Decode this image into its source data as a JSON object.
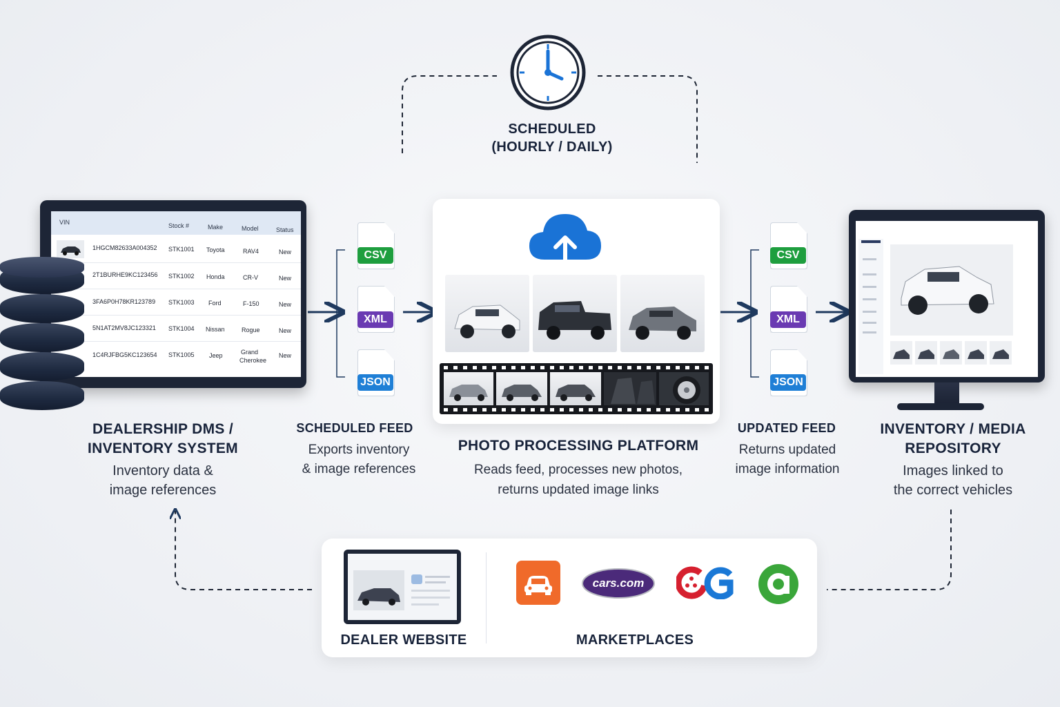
{
  "schedule": {
    "line1": "SCHEDULED",
    "line2": "(HOURLY / DAILY)",
    "icon": "clock-icon"
  },
  "dms": {
    "columns": [
      "VIN",
      "Stock #",
      "Make",
      "Model",
      "Status"
    ],
    "rows": [
      {
        "vin": "1HGCM82633A004352",
        "stock": "STK1001",
        "make": "Toyota",
        "model": "RAV4",
        "status": "New"
      },
      {
        "vin": "2T1BURHE9KC123456",
        "stock": "STK1002",
        "make": "Honda",
        "model": "CR-V",
        "status": "New"
      },
      {
        "vin": "3FA6P0H78KR123789",
        "stock": "STK1003",
        "make": "Ford",
        "model": "F-150",
        "status": "New"
      },
      {
        "vin": "5N1AT2MV8JC123321",
        "stock": "STK1004",
        "make": "Nissan",
        "model": "Rogue",
        "status": "New"
      },
      {
        "vin": "1C4RJFBG5KC123654",
        "stock": "STK1005",
        "make": "Jeep",
        "model1": "Grand",
        "model2": "Cherokee",
        "status": "New"
      }
    ],
    "title1": "DEALERSHIP DMS /",
    "title2": "INVENTORY SYSTEM",
    "desc1": "Inventory data &",
    "desc2": "image references"
  },
  "scheduled_feed": {
    "title": "SCHEDULED FEED",
    "desc1": "Exports inventory",
    "desc2": "& image references",
    "files": [
      "CSV",
      "XML",
      "JSON"
    ]
  },
  "processing": {
    "title": "PHOTO PROCESSING PLATFORM",
    "desc1": "Reads feed, processes new photos,",
    "desc2": "returns updated image links",
    "icon": "cloud-upload-icon"
  },
  "updated_feed": {
    "title": "UPDATED FEED",
    "desc1": "Returns updated",
    "desc2": "image information",
    "files": [
      "CSV",
      "XML",
      "JSON"
    ]
  },
  "repository": {
    "title1": "INVENTORY / MEDIA",
    "title2": "REPOSITORY",
    "desc1": "Images linked to",
    "desc2": "the correct vehicles"
  },
  "outputs": {
    "dealer_website": "DEALER WEBSITE",
    "marketplaces": "MARKETPLACES",
    "logos": {
      "carscom": "cars.com",
      "autotrader_icon": "car-front-icon",
      "cargurus_icon": "cargurus-logo",
      "autolist_icon": "autolist-logo"
    }
  },
  "colors": {
    "navy": "#1d3557",
    "arrow": "#1f3a5f",
    "csv": "#1e9e3e",
    "xml": "#6a3ab2",
    "json": "#1f7fd6",
    "cloud": "#1a73d6"
  }
}
